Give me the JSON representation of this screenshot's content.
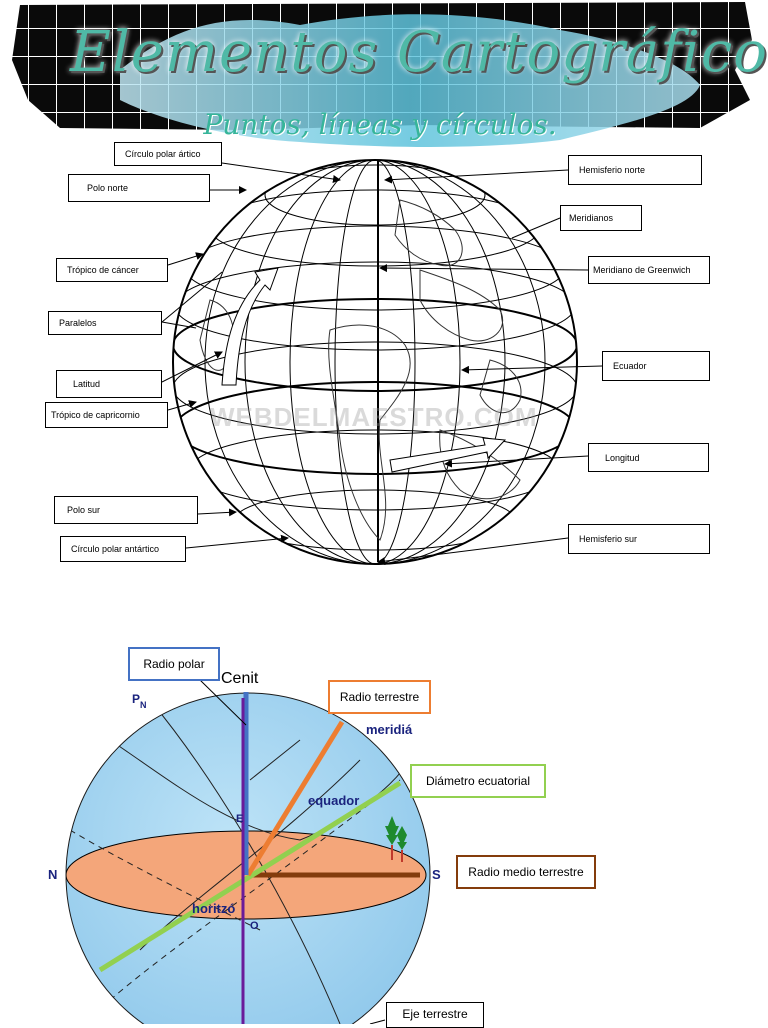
{
  "header": {
    "title": "Elementos Cartográficos",
    "subtitle": "Puntos, líneas y círculos."
  },
  "globe_labels": {
    "circulo_polar_artico": "Círculo polar ártico",
    "polo_norte": "Polo norte",
    "tropico_cancer": "Trópico de cáncer",
    "paralelos": "Paralelos",
    "latitud": "Latitud",
    "tropico_capricornio": "Trópico de capricornio",
    "polo_sur": "Polo sur",
    "circulo_polar_antartico": "Círculo polar antártico",
    "hemisferio_norte": "Hemisferio norte",
    "meridianos": "Meridianos",
    "meridiano_greenwich": "Meridiano de Greenwich",
    "ecuador": "Ecuador",
    "longitud": "Longitud",
    "hemisferio_sur": "Hemisferio sur"
  },
  "watermark": "WEBDELMAESTRO.COM",
  "sphere_labels": {
    "radio_polar": "Radio polar",
    "cenit": "Cenit",
    "pn_p": "P",
    "pn_n": "N",
    "radio_terrestre": "Radio terrestre",
    "meridia": "meridiá",
    "diametro_ecuatorial": "Diámetro ecuatorial",
    "equador": "equador",
    "e": "E",
    "n": "N",
    "s": "S",
    "radio_medio_terrestre": "Radio medio terrestre",
    "horitzo": "horitzó",
    "o": "O",
    "eje_terrestre": "Eje terrestre"
  },
  "colors": {
    "radio_polar": "#4472c4",
    "radio_terrestre": "#ed7d31",
    "diametro_ecuatorial": "#92d050",
    "radio_medio_terrestre": "#843c0c",
    "eje_terrestre": "#6a1b9a",
    "sphere": "#9fd0ee",
    "horizon": "#f4a67a",
    "title": "#4fb9a6"
  }
}
